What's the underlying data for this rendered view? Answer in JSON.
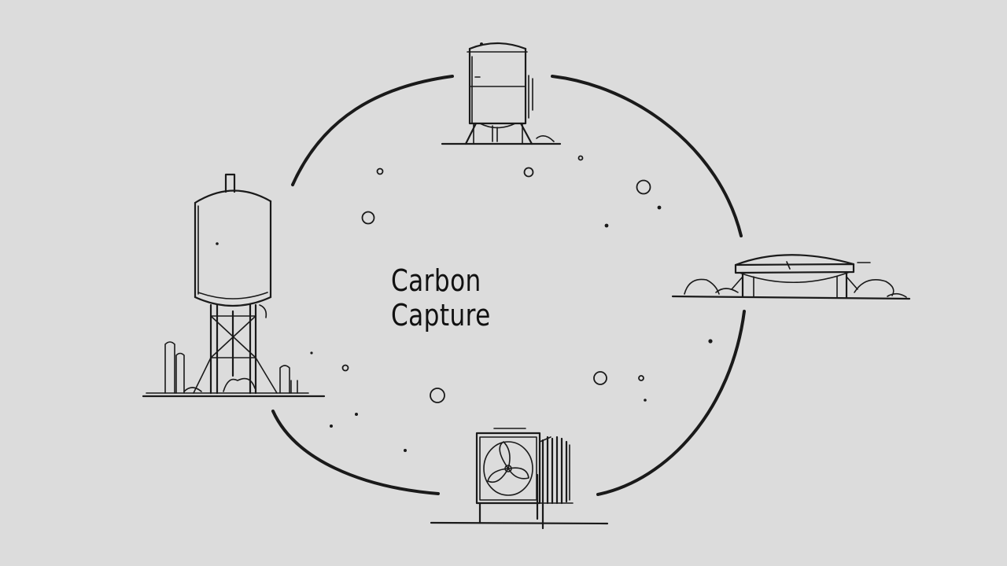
{
  "diagram": {
    "title": "Carbon Capture",
    "nodes": [
      {
        "id": "top",
        "icon": "storage-tank-icon"
      },
      {
        "id": "right",
        "icon": "flat-tank-icon"
      },
      {
        "id": "bottom",
        "icon": "fan-unit-icon"
      },
      {
        "id": "left",
        "icon": "tall-silo-icon"
      }
    ],
    "ink_color": "#1a1a1a",
    "background_color": "#dcdcdc"
  }
}
